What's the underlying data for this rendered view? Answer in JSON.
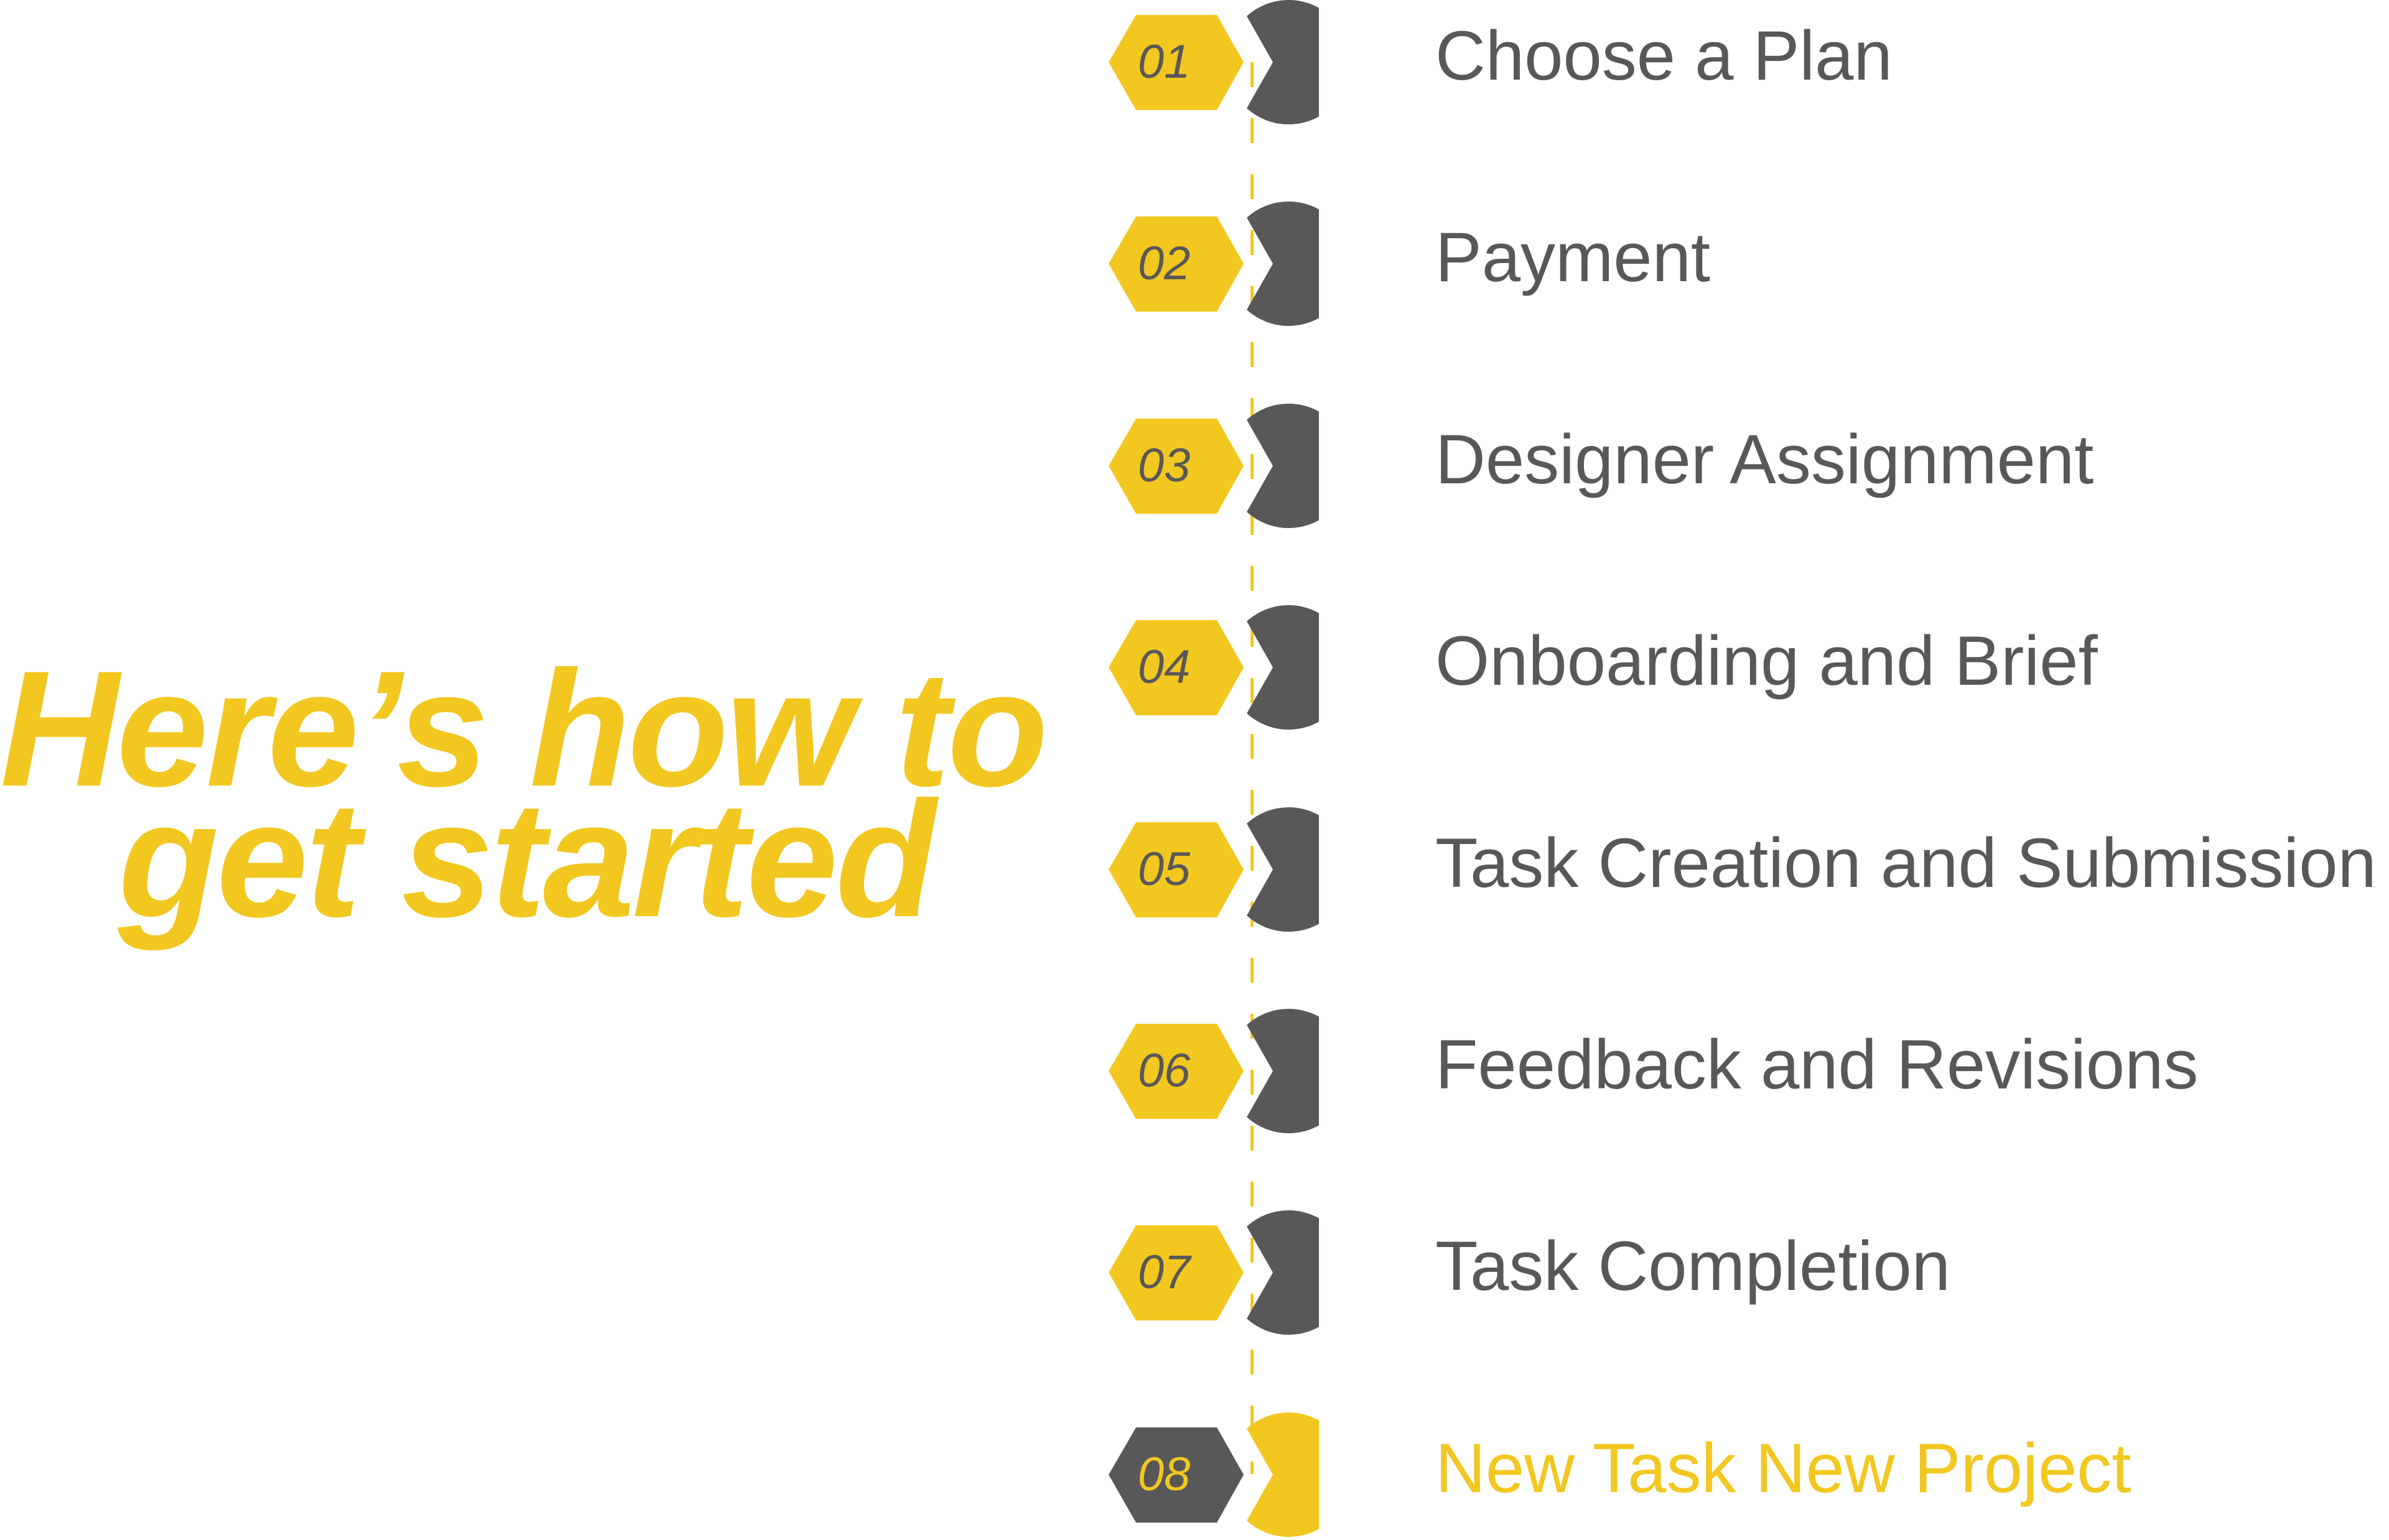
{
  "heading": {
    "line1": "Here’s how to",
    "line2": "get started"
  },
  "colors": {
    "accent": "#F2C720",
    "dark": "#595758"
  },
  "steps": [
    {
      "number": "01",
      "label": "Choose a Plan",
      "active": false
    },
    {
      "number": "02",
      "label": "Payment",
      "active": false
    },
    {
      "number": "03",
      "label": "Designer Assignment",
      "active": false
    },
    {
      "number": "04",
      "label": "Onboarding and Brief",
      "active": false
    },
    {
      "number": "05",
      "label": "Task Creation and Submission",
      "active": false
    },
    {
      "number": "06",
      "label": "Feedback and Revisions",
      "active": false
    },
    {
      "number": "07",
      "label": "Task Completion",
      "active": false
    },
    {
      "number": "08",
      "label": "New Task New Project",
      "active": true
    }
  ]
}
